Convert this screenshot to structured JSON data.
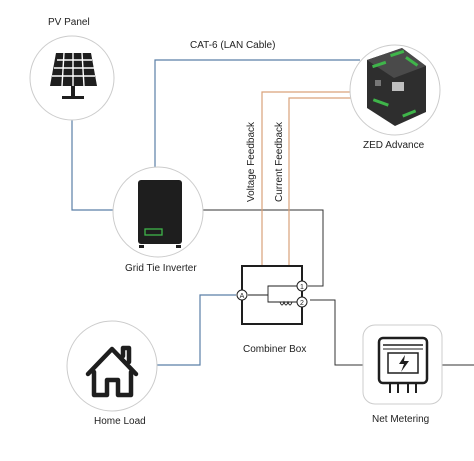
{
  "diagram": {
    "nodes": {
      "pv_panel": {
        "label": "PV Panel"
      },
      "zed_advance": {
        "label": "ZED Advance"
      },
      "grid_tie_inverter": {
        "label": "Grid Tie Inverter"
      },
      "combiner_box": {
        "label": "Combiner Box",
        "terminals": [
          "A",
          "1",
          "2"
        ]
      },
      "home_load": {
        "label": "Home Load"
      },
      "net_metering": {
        "label": "Net Metering"
      }
    },
    "connections": {
      "lan": {
        "label": "CAT-6 (LAN Cable)",
        "color": "#5b7fa6"
      },
      "voltage_feedback": {
        "label": "Voltage Feedback",
        "color": "#d9a27a"
      },
      "current_feedback": {
        "label": "Current Feedback",
        "color": "#d9a27a"
      },
      "power_line_color": "#333333"
    }
  }
}
